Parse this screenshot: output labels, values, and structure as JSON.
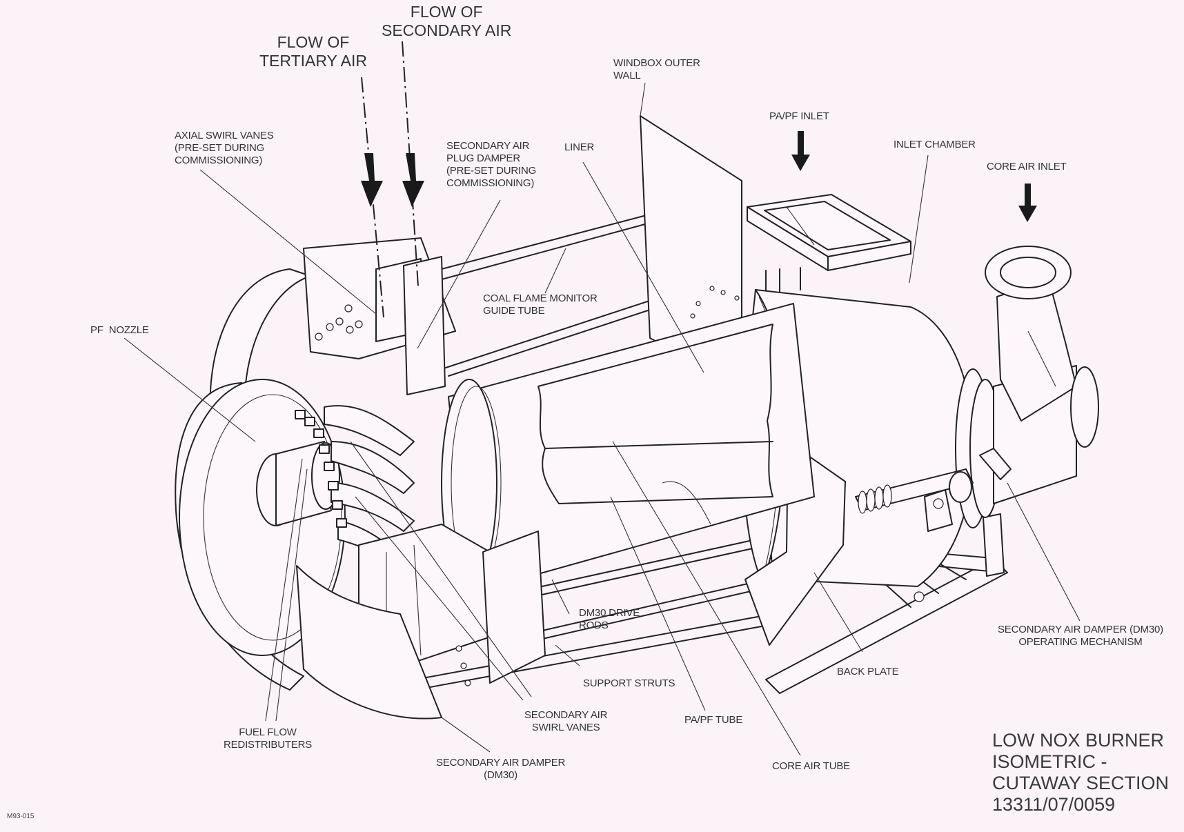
{
  "diagram": {
    "title_lines": [
      "LOW NOX BURNER",
      "ISOMETRIC -",
      "CUTAWAY SECTION",
      "13311/07/0059"
    ],
    "reference_code": "M93-015",
    "flow_labels": {
      "tertiary_air": "FLOW OF\nTERTIARY AIR",
      "secondary_air": "FLOW OF\nSECONDARY AIR"
    },
    "labels": {
      "axial_swirl_vanes": "AXIAL SWIRL VANES\n(PRE-SET DURING\nCOMMISSIONING)",
      "secondary_air_plug_damper": "SECONDARY AIR\nPLUG DAMPER\n(PRE-SET DURING\nCOMMISSIONING)",
      "liner": "LINER",
      "windbox_outer_wall": "WINDBOX OUTER\nWALL",
      "pa_pf_inlet": "PA/PF INLET",
      "inlet_chamber": "INLET CHAMBER",
      "core_air_inlet": "CORE AIR INLET",
      "coal_flame_monitor_guide_tube": "COAL FLAME MONITOR\nGUIDE TUBE",
      "pf_nozzle": "PF  NOZZLE",
      "dm30_drive_rods": "DM30 DRIVE\nRODS",
      "support_struts": "SUPPORT STRUTS",
      "secondary_air_swirl_vanes": "SECONDARY AIR\nSWIRL VANES",
      "pa_pf_tube": "PA/PF TUBE",
      "core_air_tube": "CORE AIR TUBE",
      "back_plate": "BACK PLATE",
      "secondary_air_damper_mechanism": "SECONDARY AIR DAMPER (DM30)\nOPERATING MECHANISM",
      "fuel_flow_redistributers": "FUEL FLOW\nREDISTRIBUTERS",
      "secondary_air_damper": "SECONDARY AIR DAMPER\n(DM30)"
    },
    "colors": {
      "paper": "#fbf3f8",
      "ink": "#222222"
    }
  }
}
